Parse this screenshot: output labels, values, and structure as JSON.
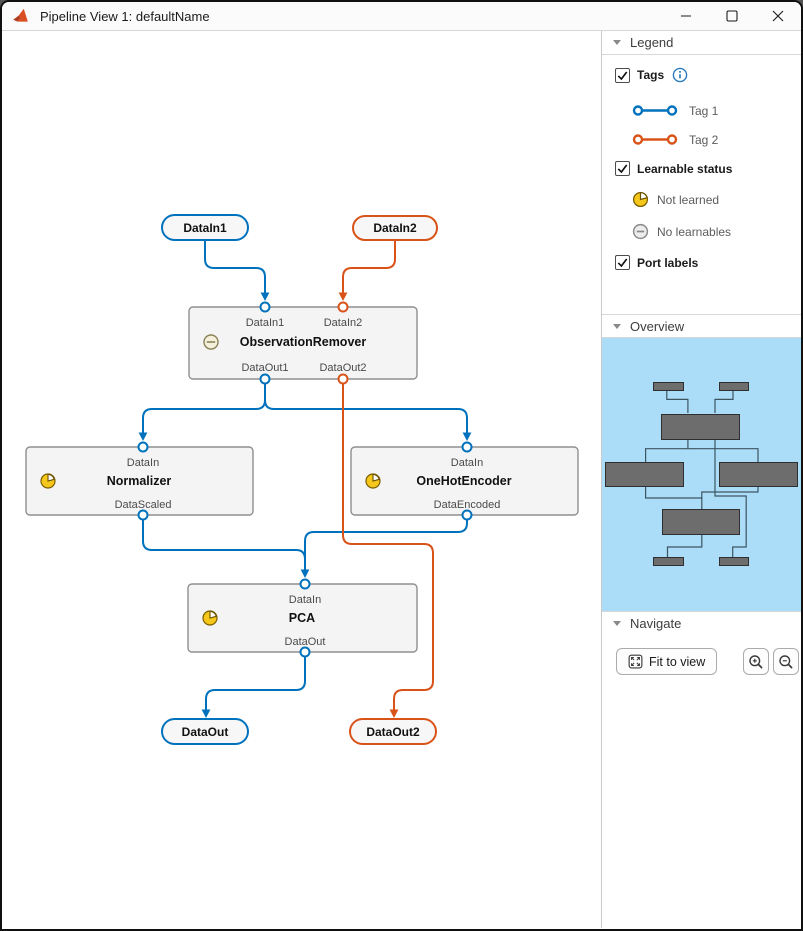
{
  "window": {
    "title": "Pipeline View 1: defaultName",
    "controls": {
      "minimize": "minimize",
      "maximize": "maximize",
      "close": "close"
    }
  },
  "colors": {
    "tag1_blue": "#0072BD",
    "tag2_orange": "#D95319",
    "block_fill": "#f4f4f4",
    "block_border": "#8f8f8f",
    "minimap_bg": "#abdcf8",
    "minimap_block": "#6d6d6d",
    "not_learned_yellow": "#f5c71a"
  },
  "canvas": {
    "sources": [
      {
        "label": "DataIn1",
        "tag": "Tag 1"
      },
      {
        "label": "DataIn2",
        "tag": "Tag 2"
      }
    ],
    "blocks": [
      {
        "title": "ObservationRemover",
        "status": "No learnables",
        "inputs": [
          "DataIn1",
          "DataIn2"
        ],
        "outputs": [
          "DataOut1",
          "DataOut2"
        ]
      },
      {
        "title": "Normalizer",
        "status": "Not learned",
        "inputs": [
          "DataIn"
        ],
        "outputs": [
          "DataScaled"
        ]
      },
      {
        "title": "OneHotEncoder",
        "status": "Not learned",
        "inputs": [
          "DataIn"
        ],
        "outputs": [
          "DataEncoded"
        ]
      },
      {
        "title": "PCA",
        "status": "Not learned",
        "inputs": [
          "DataIn"
        ],
        "outputs": [
          "DataOut"
        ]
      }
    ],
    "sinks": [
      {
        "label": "DataOut",
        "tag": "Tag 1"
      },
      {
        "label": "DataOut2",
        "tag": "Tag 2"
      }
    ],
    "connections": [
      {
        "from": "DataIn1",
        "to": "ObservationRemover.DataIn1",
        "tag": "Tag 1"
      },
      {
        "from": "DataIn2",
        "to": "ObservationRemover.DataIn2",
        "tag": "Tag 2"
      },
      {
        "from": "ObservationRemover.DataOut1",
        "to": "Normalizer.DataIn",
        "tag": "Tag 1"
      },
      {
        "from": "ObservationRemover.DataOut1",
        "to": "OneHotEncoder.DataIn",
        "tag": "Tag 1"
      },
      {
        "from": "ObservationRemover.DataOut2",
        "to": "DataOut2",
        "tag": "Tag 2"
      },
      {
        "from": "Normalizer.DataScaled",
        "to": "PCA.DataIn",
        "tag": "Tag 1"
      },
      {
        "from": "OneHotEncoder.DataEncoded",
        "to": "PCA.DataIn",
        "tag": "Tag 1"
      },
      {
        "from": "PCA.DataOut",
        "to": "DataOut",
        "tag": "Tag 1"
      }
    ]
  },
  "sidebar": {
    "legend": {
      "header": "Legend",
      "tags": {
        "label": "Tags",
        "checked": true,
        "items": [
          {
            "label": "Tag 1",
            "color": "#0072BD"
          },
          {
            "label": "Tag 2",
            "color": "#D95319"
          }
        ]
      },
      "learnable": {
        "label": "Learnable status",
        "checked": true,
        "items": [
          {
            "label": "Not learned",
            "icon": "clock-icon"
          },
          {
            "label": "No learnables",
            "icon": "minus-circle-icon"
          }
        ]
      },
      "port_labels": {
        "label": "Port labels",
        "checked": true
      }
    },
    "overview": {
      "header": "Overview"
    },
    "navigate": {
      "header": "Navigate",
      "fit_label": "Fit to view"
    }
  }
}
